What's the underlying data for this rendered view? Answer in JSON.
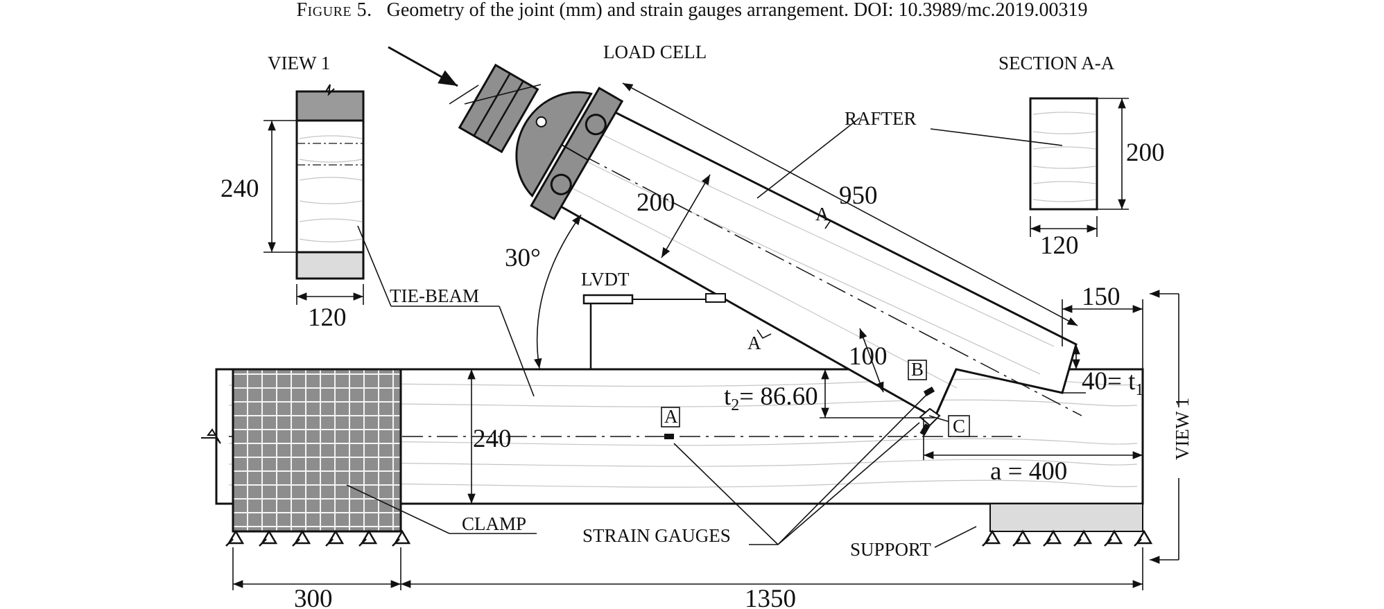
{
  "caption": {
    "prefix": "Figure 5.",
    "text": "Geometry of the joint (mm) and strain gauges arrangement. DOI: 10.3989/mc.2019.00319"
  },
  "labels": {
    "load_cell": "LOAD CELL",
    "rafter": "RAFTER",
    "view1": "VIEW 1",
    "section": "SECTION A-A",
    "tie_beam": "TIE-BEAM",
    "lvdt": "LVDT",
    "clamp": "CLAMP",
    "strain_gauges": "STRAIN GAUGES",
    "support": "SUPPORT",
    "gauge_a": "A",
    "gauge_b": "B",
    "gauge_c": "C",
    "cut_a": "A",
    "view1_side": "VIEW 1"
  },
  "dimensions": {
    "view1_height": "240",
    "view1_width": "120",
    "section_height": "200",
    "section_width": "120",
    "rafter_depth": "200",
    "rafter_length": "950",
    "angle": "30°",
    "depth_100": "100",
    "end_150": "150",
    "t1": "40= t",
    "t1_sub": "1",
    "t2": "t",
    "t2_sub": "2",
    "t2_val": "= 86.60",
    "beam_depth": "240",
    "a_length": "a = 400",
    "clamp_len": "300",
    "span": "1350"
  },
  "colors": {
    "line": "#111111",
    "grey_dark": "#8f8f8f",
    "grey_light": "#dadada",
    "wood": "#bdbdbd"
  }
}
